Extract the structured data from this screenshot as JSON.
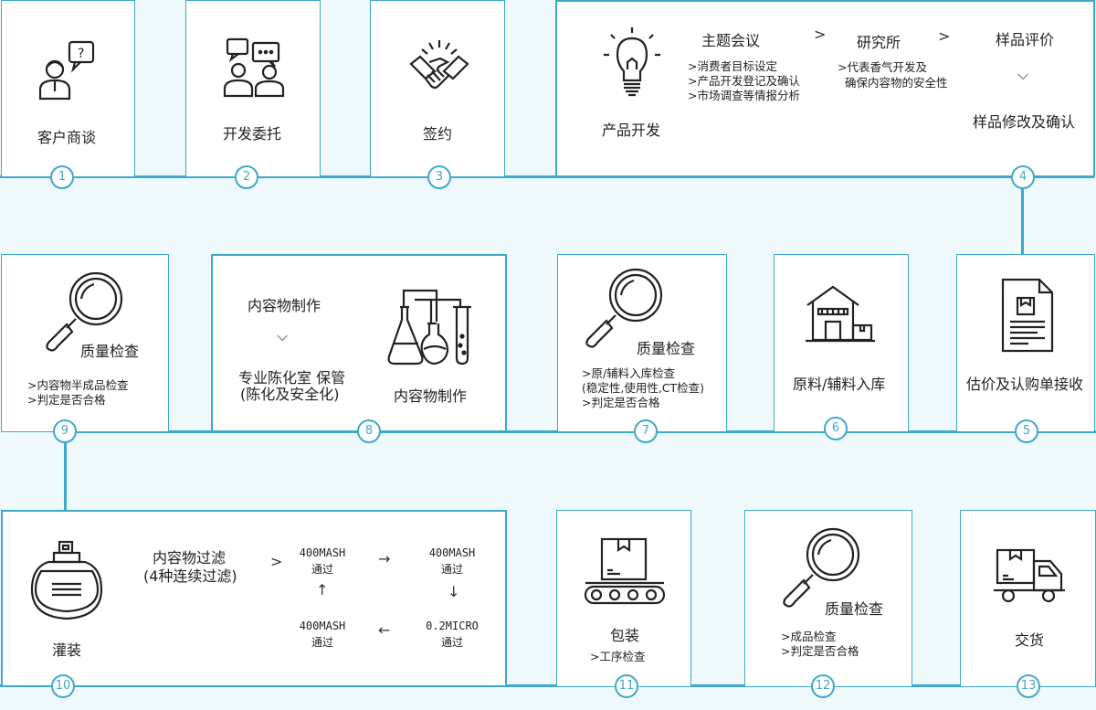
{
  "steps": [
    {
      "n": "1",
      "label": "客户商谈"
    },
    {
      "n": "2",
      "label": "开发委托"
    },
    {
      "n": "3",
      "label": "签约"
    },
    {
      "n": "4",
      "label": "产品开发",
      "sub1": "主题会议",
      "sub2": "研究所",
      "sub3": "样品评价",
      "sub4": "样品修改及确认",
      "notes1": [
        ">消费者目标设定",
        ">产品开发登记及确认",
        ">市场调查等情报分析"
      ],
      "notes2": [
        ">代表香气开发及",
        "确保内容物的安全性"
      ]
    },
    {
      "n": "5",
      "label": "估价及认购单接收"
    },
    {
      "n": "6",
      "label": "原料/辅料入库"
    },
    {
      "n": "7",
      "label": "质量检查",
      "notes": [
        ">原/辅料入库检查",
        "(稳定性,使用性,CT检查)",
        ">判定是否合格"
      ]
    },
    {
      "n": "8",
      "label": "内容物制作",
      "sub1": "内容物制作",
      "sub2": "专业陈化室 保管",
      "sub3": "(陈化及安全化)"
    },
    {
      "n": "9",
      "label": "质量检查",
      "notes": [
        ">内容物半成品检查",
        ">判定是否合格"
      ]
    },
    {
      "n": "10",
      "label": "灌装",
      "sub1": "内容物过滤",
      "sub2": "(4种连续过滤)",
      "flow": [
        "400MASH",
        "通过",
        "400MASH",
        "通过",
        "400MASH",
        "通过",
        "0.2MICRO",
        "通过"
      ]
    },
    {
      "n": "11",
      "label": "包装",
      "notes": [
        ">工序检查"
      ]
    },
    {
      "n": "12",
      "label": "质量检查",
      "notes": [
        ">成品检查",
        ">判定是否合格"
      ]
    },
    {
      "n": "13",
      "label": "交货"
    }
  ],
  "colors": {
    "accent": "#3fa9c9",
    "background": "#eff8fb"
  }
}
